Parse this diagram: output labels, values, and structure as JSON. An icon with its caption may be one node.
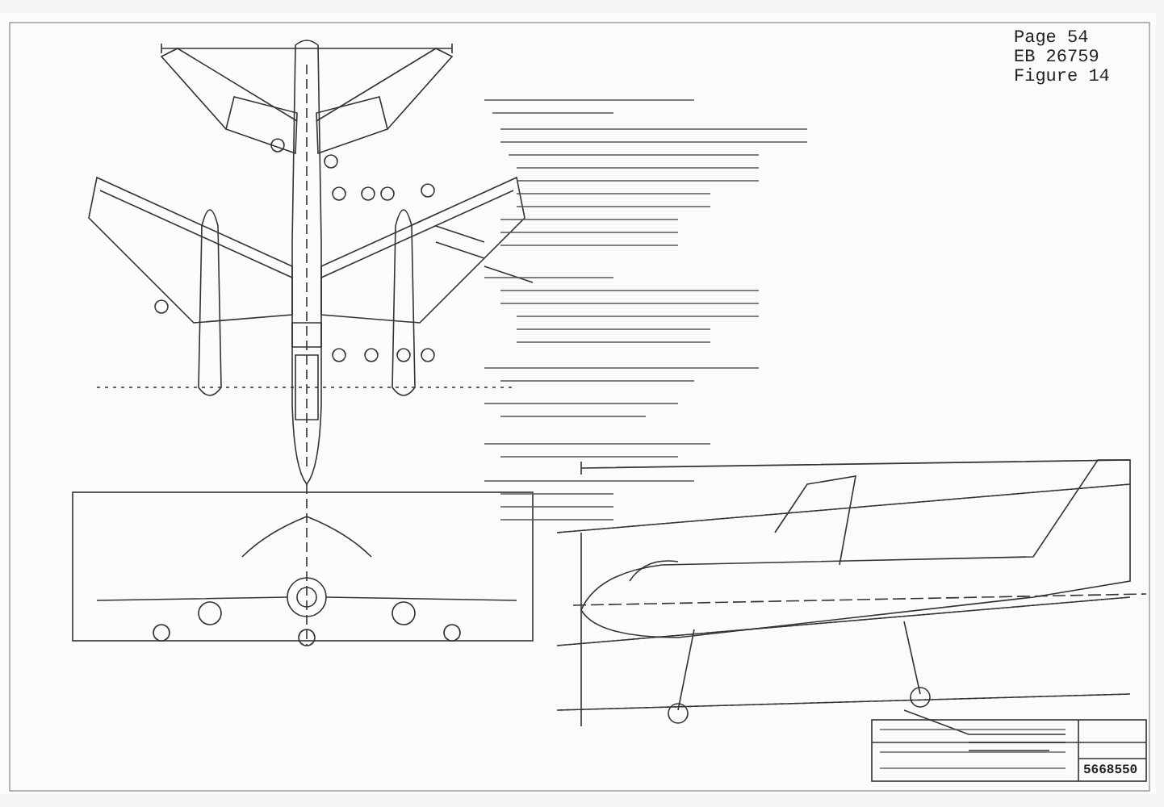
{
  "diagram": {
    "labels": [
      "Page 54",
      "EB 26759",
      "Figure 14",
      "5668550"
    ]
  }
}
